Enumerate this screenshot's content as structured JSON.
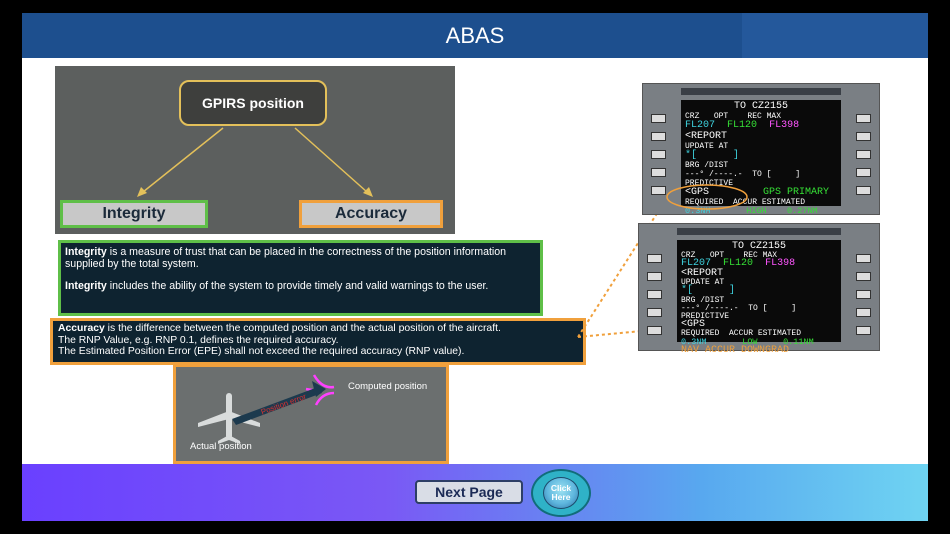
{
  "slide": {
    "title": "ABAS"
  },
  "diagram": {
    "center": "GPIRS position",
    "left": "Integrity",
    "right": "Accuracy"
  },
  "integrity_text": {
    "p1_bold": "Integrity",
    "p1_rest": "  is a measure of trust that can be placed in the correctness of the position information supplied by the total system.",
    "p2_bold": "Integrity",
    "p2_rest": " includes the ability of the system to provide timely and valid warnings to the user."
  },
  "accuracy_text": {
    "line1_bold": "Accuracy",
    "line1_rest": " is the difference between the computed position and the actual position of the aircraft.",
    "line2": "The RNP Value, e.g. RNP 0.1, defines the required accuracy.",
    "line3": "The Estimated Position Error (EPE) shall not exceed the required accuracy (RNP value)."
  },
  "photo": {
    "computed": "Computed position",
    "actual": "Actual position",
    "arrow": "Position error"
  },
  "mcdu1": {
    "header": "TO CZ2155",
    "r1a": "CRZ",
    "r1b": "OPT",
    "r1c": "REC MAX",
    "r2a": "FL207",
    "r2b": "FL120",
    "r2c": "FL398",
    "r3": "<REPORT",
    "r4": "UPDATE AT",
    "r5": "*[      ]",
    "r6": "BRG /DIST",
    "r7": "---° /----.-  TO [     ]",
    "r8": "PREDICTIVE",
    "r9a": "<GPS",
    "r9b": "GPS PRIMARY",
    "r10": "REQUIRED  ACCUR ESTIMATED",
    "r11a": "0.3NM",
    "r11b": "HIGH",
    "r11c": "0.27NM"
  },
  "mcdu2": {
    "header": "TO CZ2155",
    "r1a": "CRZ",
    "r1b": "OPT",
    "r1c": "REC MAX",
    "r2a": "FL207",
    "r2b": "FL120",
    "r2c": "FL398",
    "r3": "<REPORT",
    "r4": "UPDATE AT",
    "r5": "*[      ]",
    "r6": "BRG /DIST",
    "r7": "---° /----.-  TO [     ]",
    "r8": "PREDICTIVE",
    "r9": "<GPS",
    "r10": "REQUIRED  ACCUR ESTIMATED",
    "r11a": "0.3NM",
    "r11b": "LOW",
    "r11c": "0.11NM",
    "r12": "NAV ACCUR DOWNGRAD"
  },
  "nav": {
    "next": "Next Page",
    "click_line1": "Click",
    "click_line2": "Here"
  }
}
